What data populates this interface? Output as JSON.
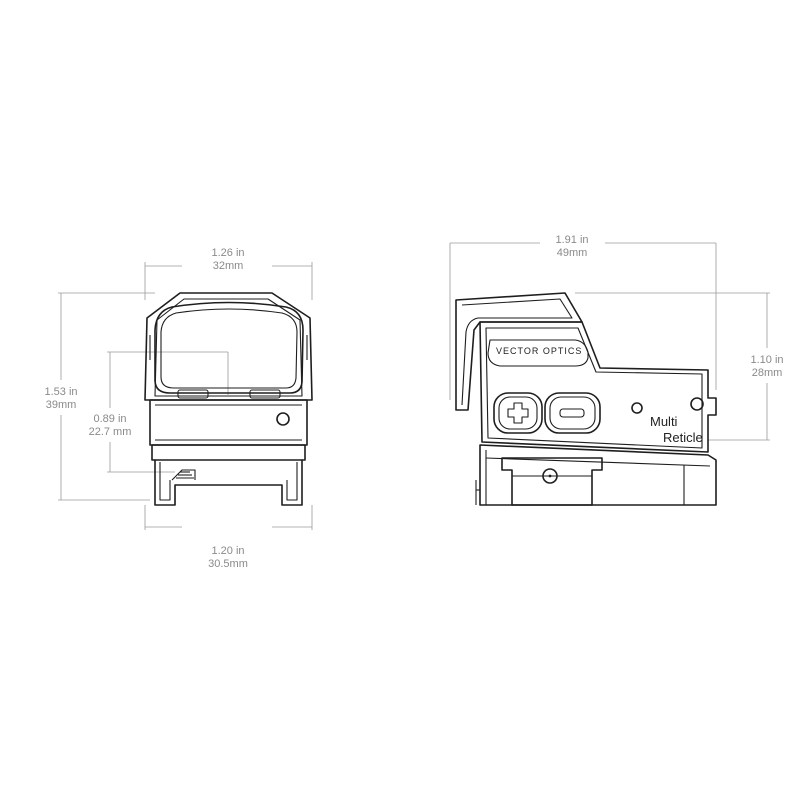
{
  "front_view": {
    "top_width": {
      "imperial": "1.26 in",
      "metric": "32mm"
    },
    "height": {
      "imperial": "1.53 in",
      "metric": "39mm"
    },
    "window_height": {
      "imperial": "0.89 in",
      "metric": "22.7 mm"
    },
    "base_width": {
      "imperial": "1.20 in",
      "metric": "30.5mm"
    }
  },
  "side_view": {
    "length": {
      "imperial": "1.91 in",
      "metric": "49mm"
    },
    "height": {
      "imperial": "1.10 in",
      "metric": "28mm"
    },
    "brand": "VECTOR OPTICS",
    "label_line1": "Multi",
    "label_line2": "Reticle"
  },
  "icons": [
    "plus-button-icon",
    "minus-button-icon",
    "screw-icon"
  ],
  "colors": {
    "outline": "#1e1e1e",
    "dimension": "#9a9a9a"
  }
}
